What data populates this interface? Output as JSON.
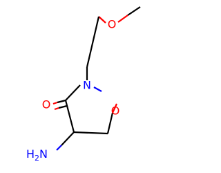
{
  "molecule": {
    "atoms": {
      "ring_nitrogen": "N",
      "ring_oxygen": "O",
      "carbonyl_oxygen": "O",
      "ether_oxygen": "O",
      "amine_main": "H",
      "amine_subscript": "2",
      "amine_suffix": "N"
    },
    "colors": {
      "bond": "#000000",
      "nitrogen": "#0000ff",
      "oxygen": "#ff0000"
    }
  }
}
